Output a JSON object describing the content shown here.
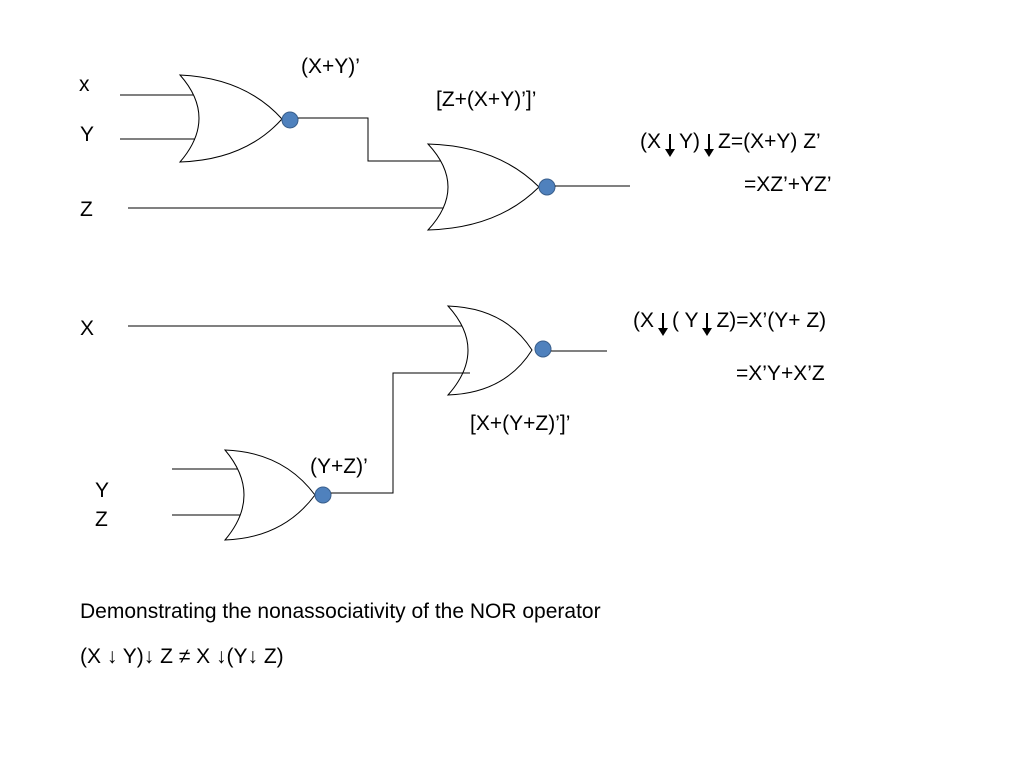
{
  "circuit1": {
    "inputs": {
      "x": "x",
      "y": "Y",
      "z": "Z"
    },
    "gate1_output": "(X+Y)’",
    "gate2_output": "[Z+(X+Y)’]’",
    "equation": {
      "l1_a": "(X",
      "l1_b": "Y)",
      "l1_c": "Z=(X+Y) Z’",
      "l2": "=XZ’+YZ’"
    }
  },
  "circuit2": {
    "inputs": {
      "x": "X",
      "y": "Y",
      "z": "Z"
    },
    "gate1_output": "(Y+Z)’",
    "gate2_output": "[X+(Y+Z)’]’",
    "equation": {
      "l1_a": "(X",
      "l1_b": "( Y",
      "l1_c": "Z)=X’(Y+ Z)",
      "l2": "=X’Y+X’Z"
    }
  },
  "caption": {
    "line1": "Demonstrating the nonassociativity of the NOR operator",
    "line2": "(X ↓ Y)↓ Z ≠ X ↓(Y↓ Z)"
  },
  "colors": {
    "bubble": "#4f81bd",
    "stroke": "#000000"
  }
}
